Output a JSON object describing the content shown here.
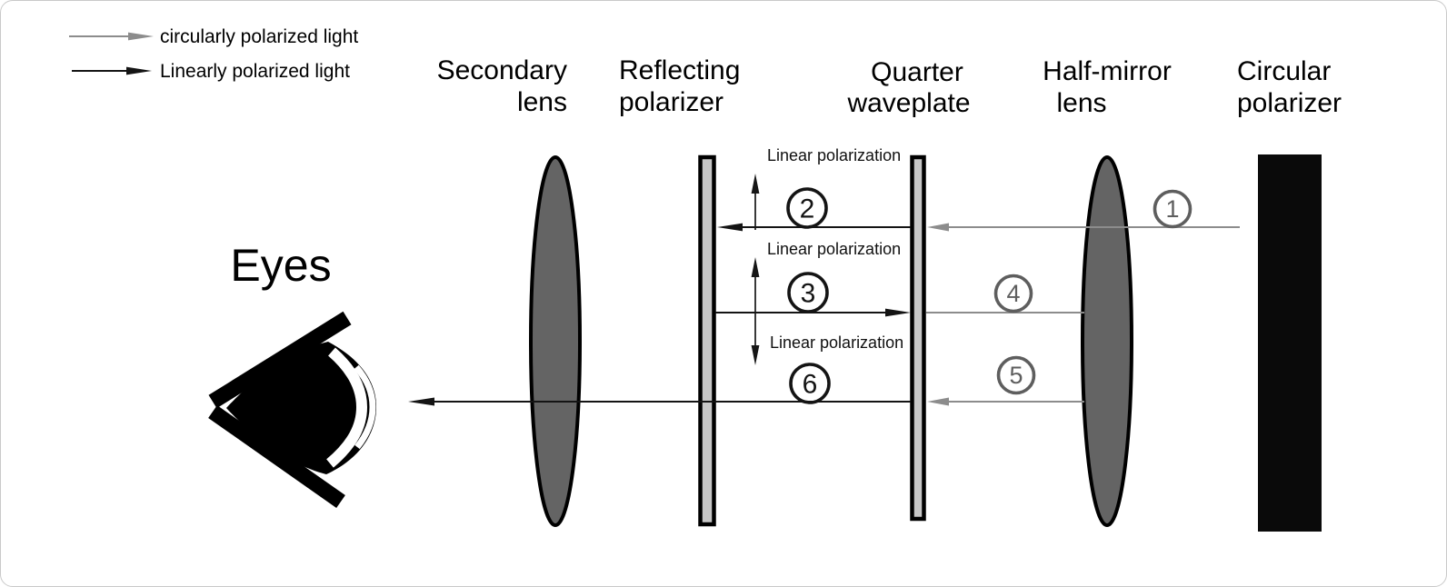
{
  "legend": {
    "circular": "circularly polarized light",
    "linear": "Linearly polarized light"
  },
  "components": {
    "secondary_lens": {
      "line1": "Secondary",
      "line2": "lens"
    },
    "reflecting_polarizer": {
      "line1": "Reflecting",
      "line2": "polarizer"
    },
    "quarter_waveplate": {
      "line1": "Quarter",
      "line2": "waveplate"
    },
    "half_mirror_lens": {
      "line1": "Half-mirror",
      "line2": "lens"
    },
    "circular_polarizer": {
      "line1": "Circular",
      "line2": "polarizer"
    }
  },
  "viewer": {
    "label": "Eyes"
  },
  "steps": {
    "n1": "1",
    "n2": "2",
    "n3": "3",
    "n4": "4",
    "n5": "5",
    "n6": "6"
  },
  "annotations": {
    "a1": "Linear polarization",
    "a2": "Linear polarization",
    "a3": "Linear polarization"
  },
  "colors": {
    "circular-ray": "#8c8c8c",
    "linear-ray": "#141414",
    "gray-step": "#5e5e5e",
    "lens-fill": "#646464",
    "plate-fill": "#c7c7c7",
    "block-fill": "#0a0a0a"
  }
}
